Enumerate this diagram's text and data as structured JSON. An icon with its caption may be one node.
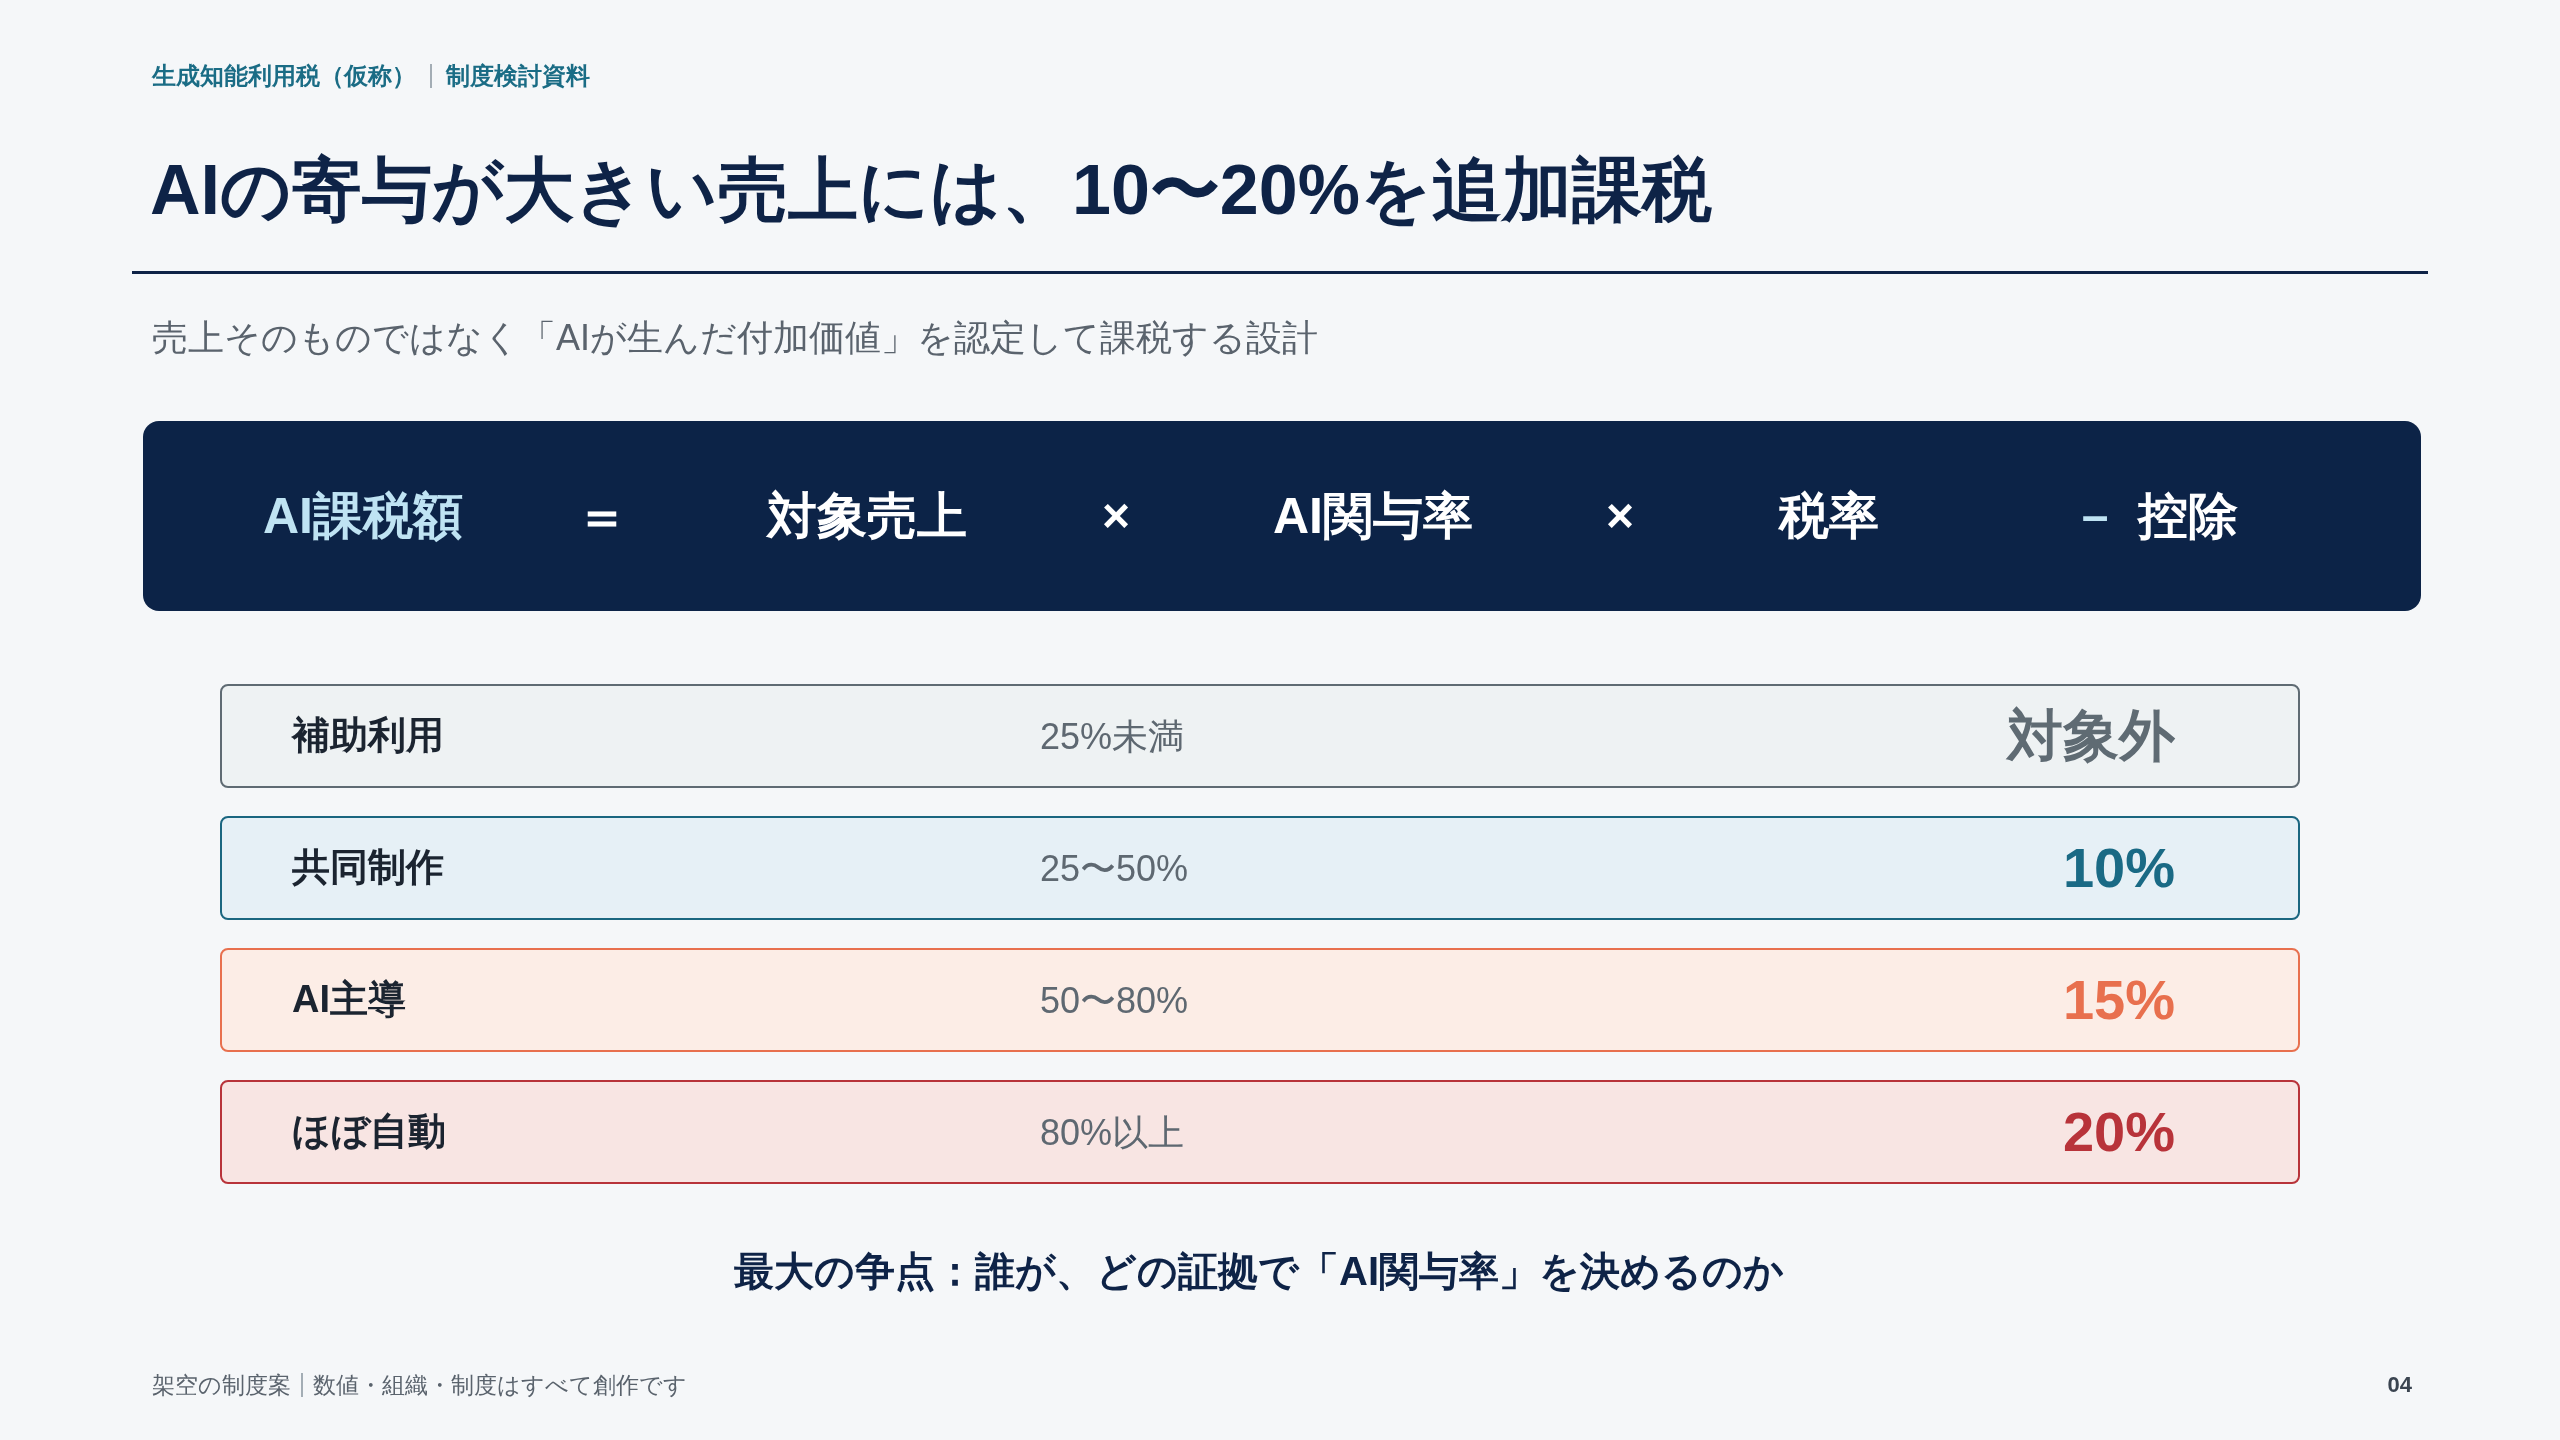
{
  "diagram": {
    "title": "AIの寄与が大きい売上には、10〜20%を追加課税",
    "nodes": [
      {
        "text": [
          "AI課税額",
          "＝",
          "対象売上",
          "×",
          "AI関与率",
          "×",
          "税率",
          "－",
          "控除"
        ]
      },
      {
        "text": [
          "補助利用",
          "25%未満",
          "対象外"
        ]
      },
      {
        "text": [
          "共同制作",
          "25〜50%",
          "10%"
        ]
      },
      {
        "text": [
          "AI主導",
          "50〜80%",
          "15%"
        ]
      },
      {
        "text": [
          "ほぼ自動",
          "80%以上",
          "20%"
        ]
      }
    ],
    "labels": [
      "生成知能利用税（仮称）",
      "制度検討資料",
      "売上そのものではなく「AIが生んだ付加価値」を認定して課税する設計",
      "最大の争点：誰が、どの証拠で「AI関与率」を決めるのか",
      "架空の制度案",
      "数値・組織・制度はすべて創作です",
      "04"
    ]
  }
}
